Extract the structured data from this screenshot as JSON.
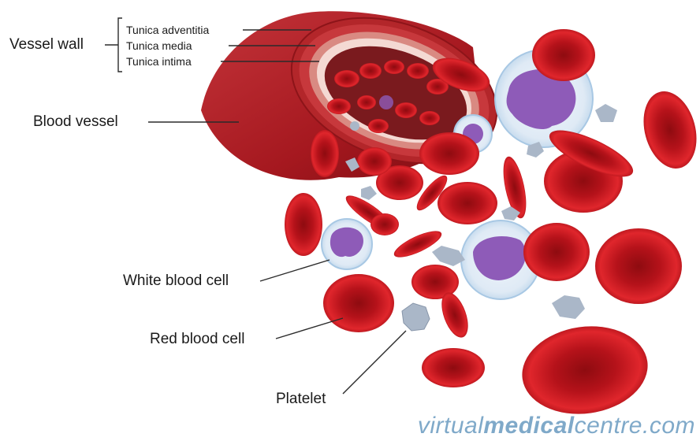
{
  "labels": {
    "vessel_wall": "Vessel wall",
    "tunica_adventitia": "Tunica adventitia",
    "tunica_media": "Tunica media",
    "tunica_intima": "Tunica intima",
    "blood_vessel": "Blood vessel",
    "white_blood_cell": "White blood cell",
    "red_blood_cell": "Red blood cell",
    "platelet": "Platelet"
  },
  "watermark": {
    "part1": "virtual",
    "part2": "medical",
    "part3": "centre.com"
  },
  "colors": {
    "rbc": "#c8161d",
    "rbc_dark": "#8e0b10",
    "wbc_membrane": "#cfe3f3",
    "wbc_nucleus": "#8e5bb8",
    "platelet": "#aab7c8",
    "vessel": "#b3262a",
    "watermark": "#7fa9c9"
  }
}
